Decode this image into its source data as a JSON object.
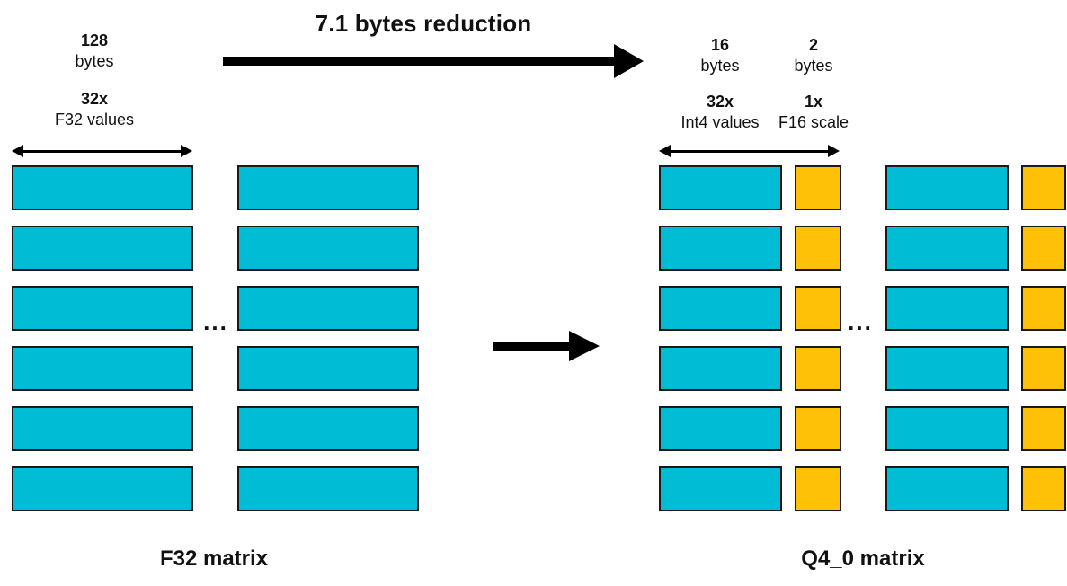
{
  "colors": {
    "block_cyan": "#00BCD4",
    "block_yellow": "#FFC107",
    "block_border": "#1A1A1A",
    "arrow_black": "#000000"
  },
  "reduction": {
    "title": "7.1 bytes reduction"
  },
  "f32_matrix": {
    "bytes_value": "128",
    "bytes_unit": "bytes",
    "count_label": "32x",
    "type_label": "F32 values",
    "ellipsis": "...",
    "caption": "F32 matrix",
    "rows": 6,
    "block_columns_shown": 2
  },
  "q4_matrix": {
    "int4": {
      "bytes_value": "16",
      "bytes_unit": "bytes",
      "count_label": "32x",
      "type_label": "Int4 values"
    },
    "scale": {
      "bytes_value": "2",
      "bytes_unit": "bytes",
      "count_label": "1x",
      "type_label": "F16 scale"
    },
    "ellipsis": "...",
    "caption": "Q4_0 matrix",
    "rows": 6,
    "block_groups_shown": 2
  }
}
